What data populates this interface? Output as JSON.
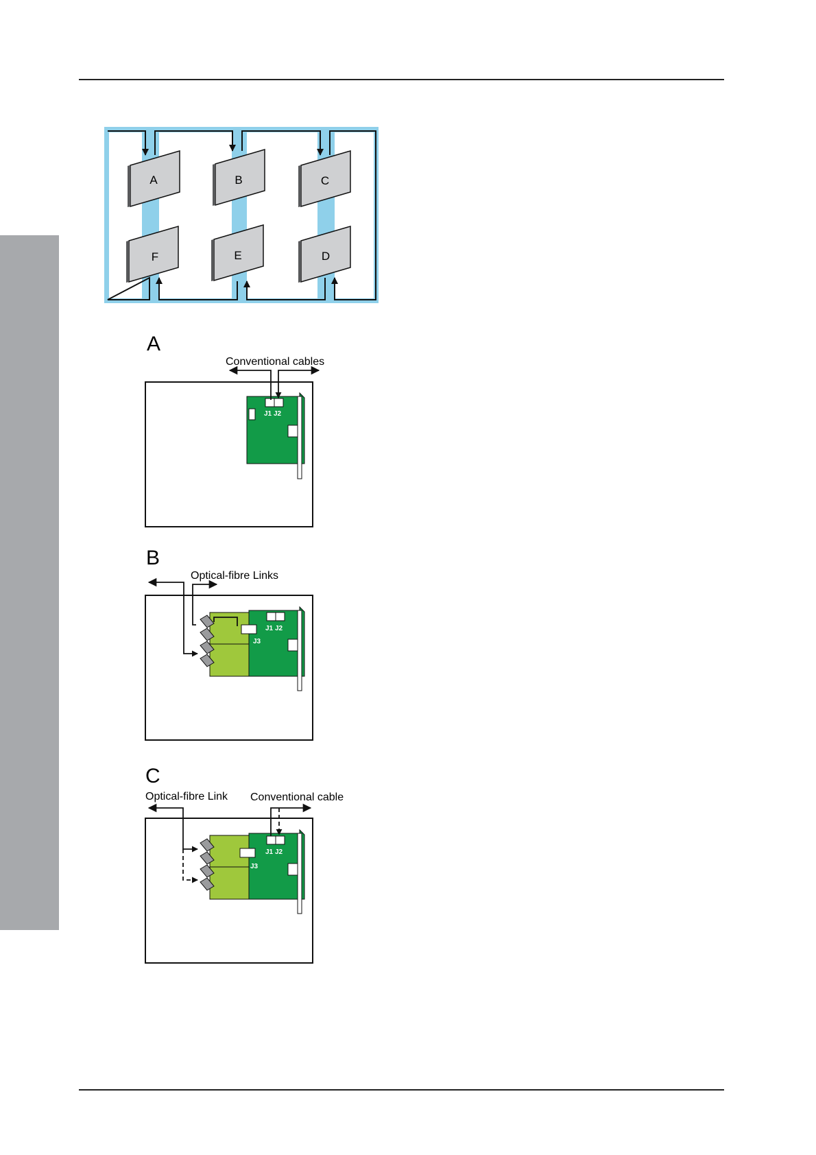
{
  "overview": {
    "panels": [
      "A",
      "B",
      "C",
      "F",
      "E",
      "D"
    ]
  },
  "sections": {
    "a": {
      "letter": "A",
      "caption": "Conventional cables",
      "j1": "J1",
      "j2": "J2"
    },
    "b": {
      "letter": "B",
      "caption": "Optical-fibre Links",
      "j1": "J1",
      "j2": "J2",
      "j3": "J3"
    },
    "c": {
      "letter": "C",
      "caption_left": "Optical-fibre Link",
      "caption_right": "Conventional cable",
      "j1": "J1",
      "j2": "J2",
      "j3": "J3"
    }
  },
  "colors": {
    "loop": "#8fd0ea",
    "panel_face": "#cfd0d2",
    "board_main": "#129b48",
    "board_fibre": "#9fc83c",
    "side_tab": "#a7a9ac"
  }
}
